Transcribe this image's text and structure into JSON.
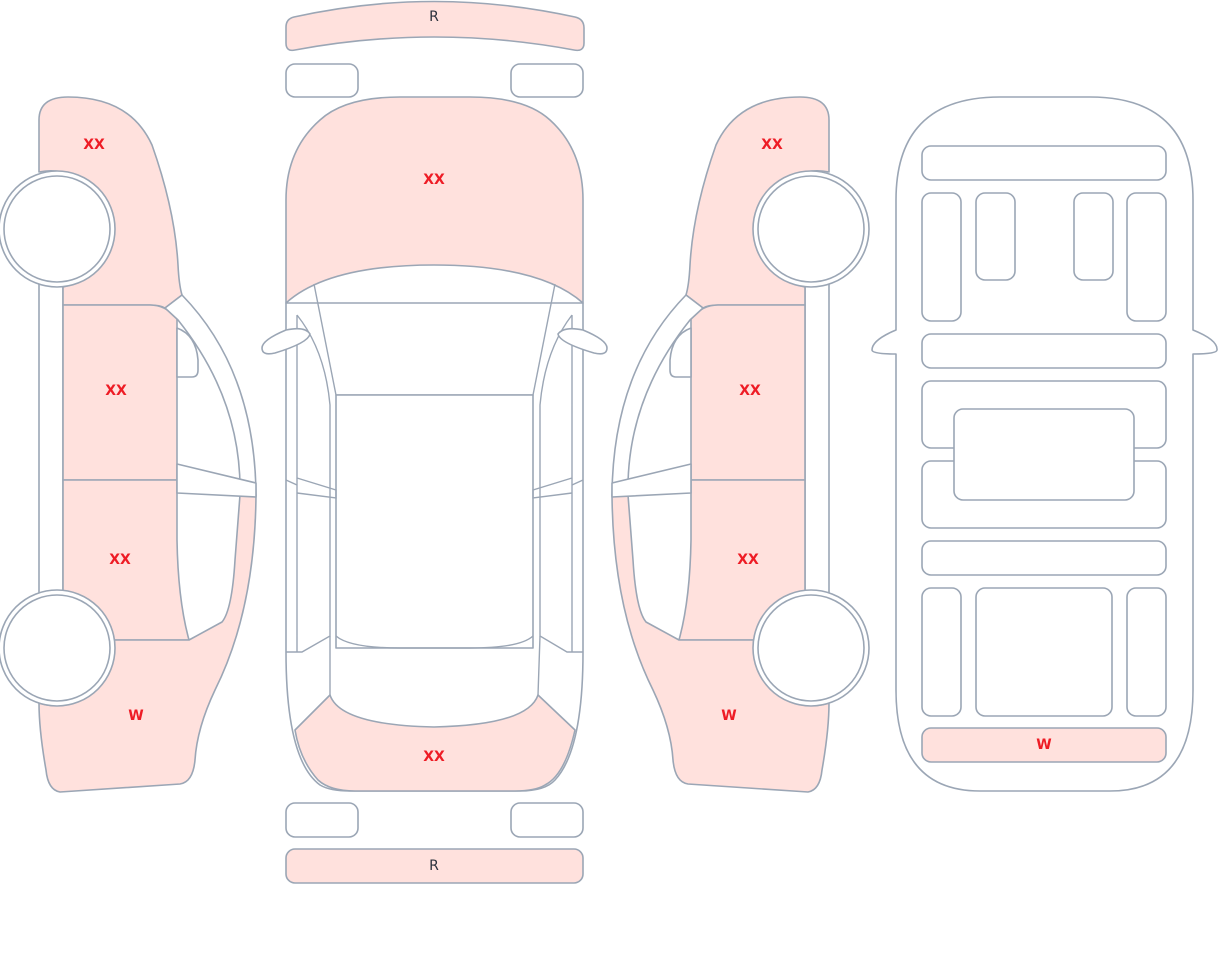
{
  "colors": {
    "damaged_fill": "#ffe1dd",
    "outline": "#9ba6b5",
    "damage_label": "#ee1c25",
    "repair_label": "#2b313c"
  },
  "left_side": {
    "front_fender": "XX",
    "front_door": "XX",
    "rear_door": "XX",
    "rear_quarter": "W"
  },
  "top_view": {
    "front_bumper": "R",
    "hood": "XX",
    "trunk": "XX",
    "rear_bumper": "R"
  },
  "right_side": {
    "front_fender": "XX",
    "front_door": "XX",
    "rear_door": "XX",
    "rear_quarter": "W"
  },
  "interior": {
    "rear_panel": "W"
  }
}
